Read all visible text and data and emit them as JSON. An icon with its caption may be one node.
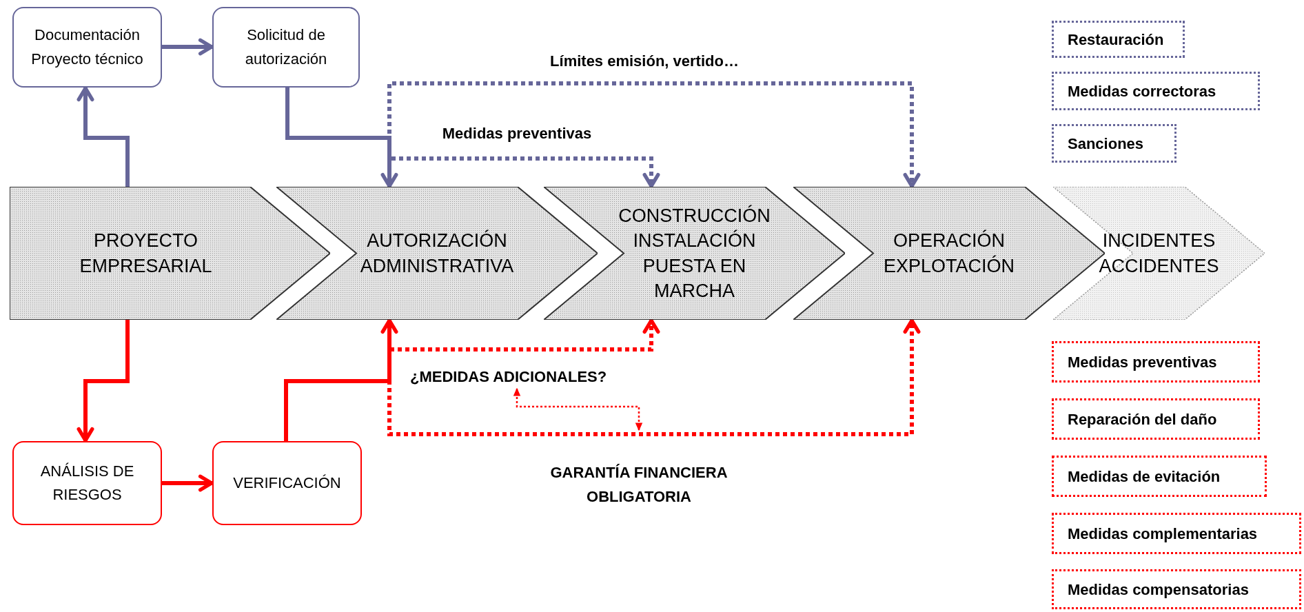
{
  "diagram": {
    "nodes": [
      {
        "text": [
          "Documentación Proyecto técnico"
        ]
      },
      {
        "text": [
          "Solicitud de autorización"
        ]
      },
      {
        "text": [
          "PROYECTO EMPRESARIAL"
        ]
      },
      {
        "text": [
          "AUTORIZACIÓN ADMINISTRATIVA"
        ]
      },
      {
        "text": [
          "CONSTRUCCIÓN INSTALACIÓN PUESTA EN MARCHA"
        ]
      },
      {
        "text": [
          "OPERACIÓN EXPLOTACIÓN"
        ]
      },
      {
        "text": [
          "INCIDENTES ACCIDENTES"
        ]
      },
      {
        "text": [
          "ANÁLISIS DE RIESGOS"
        ]
      },
      {
        "text": [
          "VERIFICACIÓN"
        ]
      },
      {
        "text": [
          "Restauración"
        ]
      },
      {
        "text": [
          "Medidas correctoras"
        ]
      },
      {
        "text": [
          "Sanciones"
        ]
      },
      {
        "text": [
          "Medidas preventivas"
        ]
      },
      {
        "text": [
          "Reparación del daño"
        ]
      },
      {
        "text": [
          "Medidas de evitación"
        ]
      },
      {
        "text": [
          "Medidas complementarias"
        ]
      },
      {
        "text": [
          "Medidas compensatorias"
        ]
      },
      {
        "text": [
          "¿MEDIDAS ADICIONALES?"
        ]
      }
    ],
    "edges": [
      {
        "from": 2,
        "to": 0,
        "arrow": "to",
        "color": "#666699"
      },
      {
        "from": 0,
        "to": 1,
        "arrow": "to",
        "color": "#666699"
      },
      {
        "from": 1,
        "to": 3,
        "arrow": "to",
        "color": "#666699"
      },
      {
        "from": 3,
        "to": 4,
        "arrow": "to",
        "style": "dashed",
        "color": "#666699",
        "label": "Medidas preventivas"
      },
      {
        "from": 3,
        "to": 5,
        "arrow": "to",
        "style": "dashed",
        "color": "#666699",
        "label": "Límites emisión, vertido…"
      },
      {
        "from": 2,
        "to": 7,
        "arrow": "to"
      },
      {
        "from": 7,
        "to": 8,
        "arrow": "to"
      },
      {
        "from": 8,
        "to": 3,
        "arrow": "to"
      },
      {
        "from": 3,
        "to": 4,
        "arrow": "to",
        "style": "dashed"
      },
      {
        "from": 3,
        "to": 5,
        "arrow": "to",
        "style": "dashed"
      },
      {
        "from": 17,
        "to": null,
        "arrow": "both",
        "style": "dashed"
      }
    ],
    "labels": [
      "GARANTÍA FINANCIERA OBLIGATORIA"
    ]
  }
}
